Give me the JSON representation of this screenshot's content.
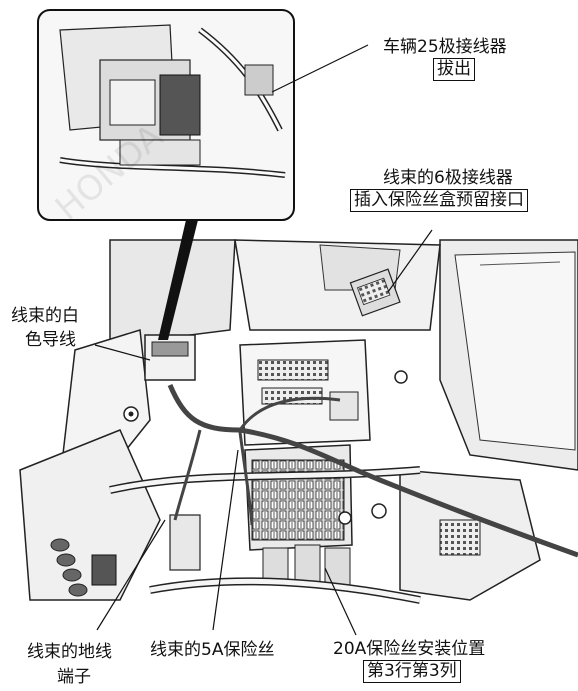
{
  "labels": {
    "connector_25": {
      "line1": "车辆25极接线器",
      "action": "拔出"
    },
    "connector_6": {
      "line1": "线束的6极接线器",
      "action": "插入保险丝盒预留接口"
    },
    "white_wire": {
      "line1": "线束的白",
      "line2": "色导线"
    },
    "ground_terminal": {
      "line1": "线束的地线",
      "line2": "端子"
    },
    "fuse_5a": {
      "text": "线束的5A保险丝"
    },
    "fuse_20a": {
      "line1": "20A保险丝安装位置",
      "action": "第3行第3列"
    }
  },
  "watermark": "HONDA",
  "colors": {
    "line": "#111111",
    "housing": "#f2f2f2",
    "dark": "#444444"
  }
}
